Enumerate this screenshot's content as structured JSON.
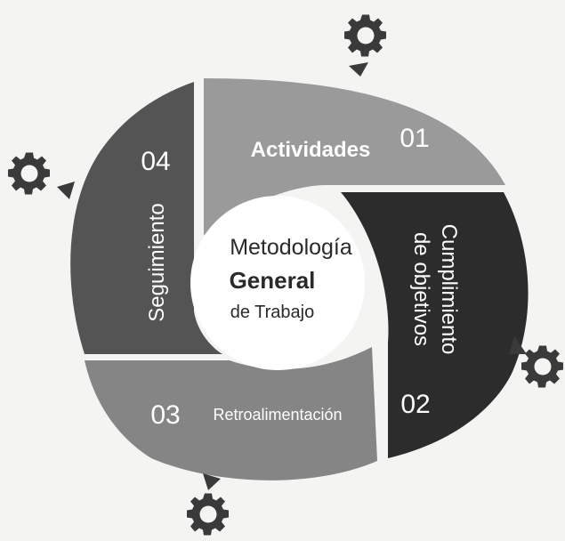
{
  "center": {
    "line1": "Metodología",
    "line2": "General",
    "line3": "de Trabajo"
  },
  "segments": [
    {
      "number": "01",
      "label": "Actividades"
    },
    {
      "number": "02",
      "label_line1": "Cumplimiento",
      "label_line2": "de objetivos"
    },
    {
      "number": "03",
      "label": "Retroalimentación"
    },
    {
      "number": "04",
      "label": "Seguimiento"
    }
  ],
  "colors": {
    "segment_01": "#9a9a9a",
    "segment_02": "#2c2c2c",
    "segment_03": "#858585",
    "segment_04": "#545454",
    "background": "#f4f4f2",
    "center_fill": "#ffffff",
    "gear": "#3a3a3a"
  },
  "icons": [
    "gear-icon",
    "triangle-arrow-icon"
  ]
}
